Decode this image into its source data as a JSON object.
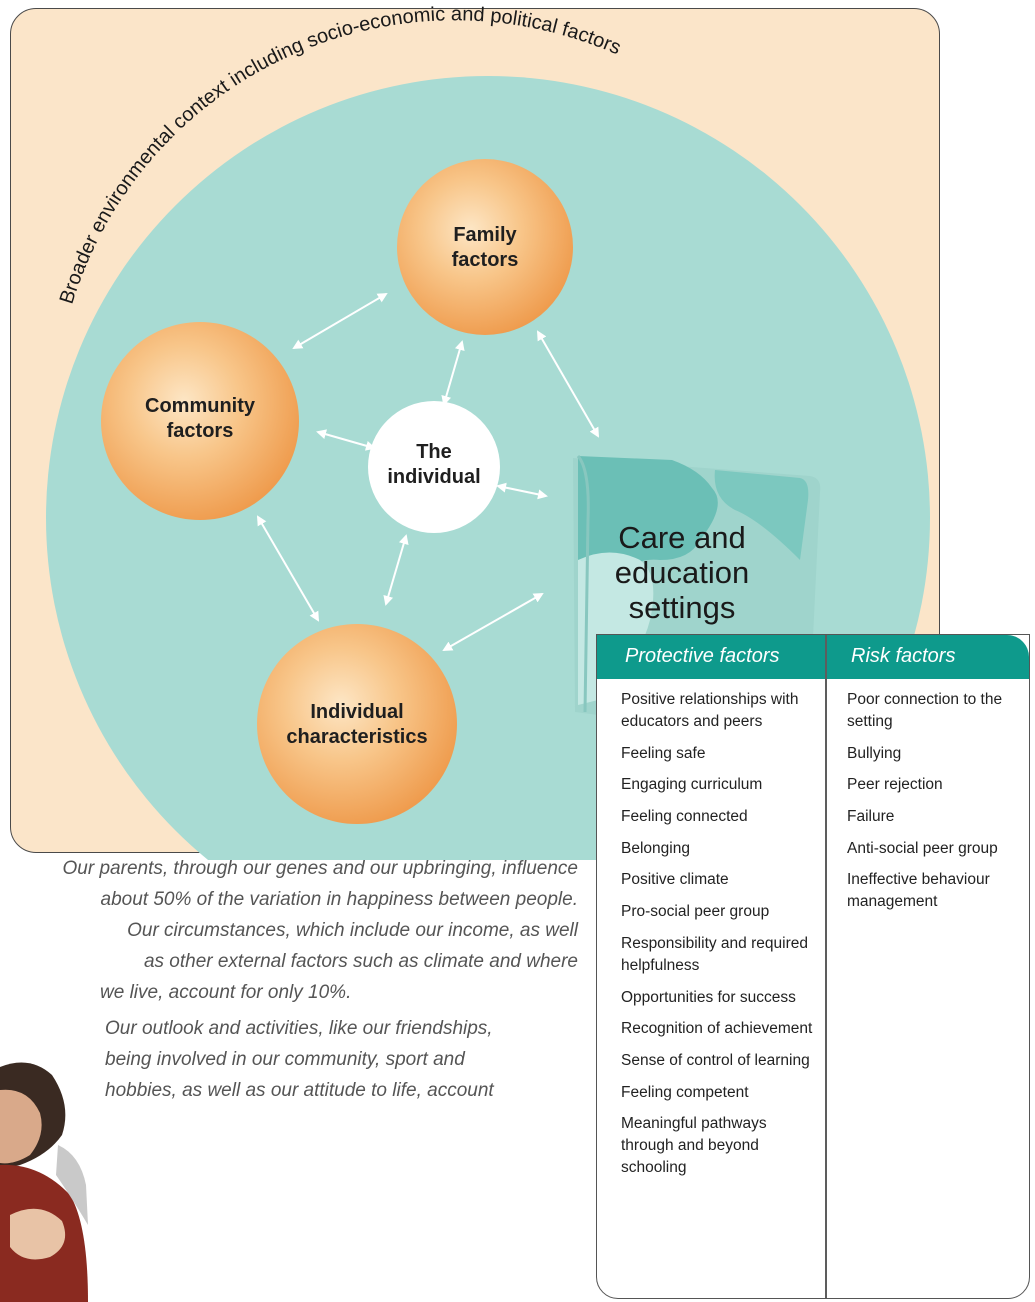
{
  "context_label": "Broader environmental context including socio-economic and political factors",
  "nodes": {
    "family": [
      "Family",
      "factors"
    ],
    "community": [
      "Community",
      "factors"
    ],
    "individual_char": [
      "Individual",
      "characteristics"
    ],
    "center": [
      "The",
      "individual"
    ]
  },
  "setting": {
    "label_lines": [
      "Care and",
      "education",
      "settings"
    ]
  },
  "table": {
    "protective_header": "Protective factors",
    "risk_header": "Risk factors",
    "protective": [
      "Positive relationships with educators and peers",
      "Feeling safe",
      "Engaging curriculum",
      "Feeling connected",
      "Belonging",
      "Positive climate",
      "Pro-social peer group",
      "Responsibility and required helpfulness",
      "Opportunities for success",
      "Recognition of achievement",
      "Sense of control of learning",
      "Feeling competent",
      "Meaningful pathways through and beyond schooling"
    ],
    "risk": [
      "Poor connection to the setting",
      "Bullying",
      "Peer rejection",
      "Failure",
      "Anti-social peer group",
      "Ineffective behaviour management"
    ]
  },
  "quote": {
    "p1": [
      "Our parents, through our genes and our upbringing, influence",
      "about 50% of the variation in happiness between people.",
      "Our circumstances, which include our income, as well",
      "as other external factors such as climate and where",
      "we live, account for only 10%."
    ],
    "p2": [
      "Our outlook and activities, like our friendships,",
      "being involved in our community, sport and",
      "hobbies, as well as our attitude to life, account"
    ]
  },
  "colors": {
    "panel": "#fbe5c9",
    "circle": "#a8dbd3",
    "node_orange": "#f2a966",
    "header_teal": "#0e9a8c"
  }
}
